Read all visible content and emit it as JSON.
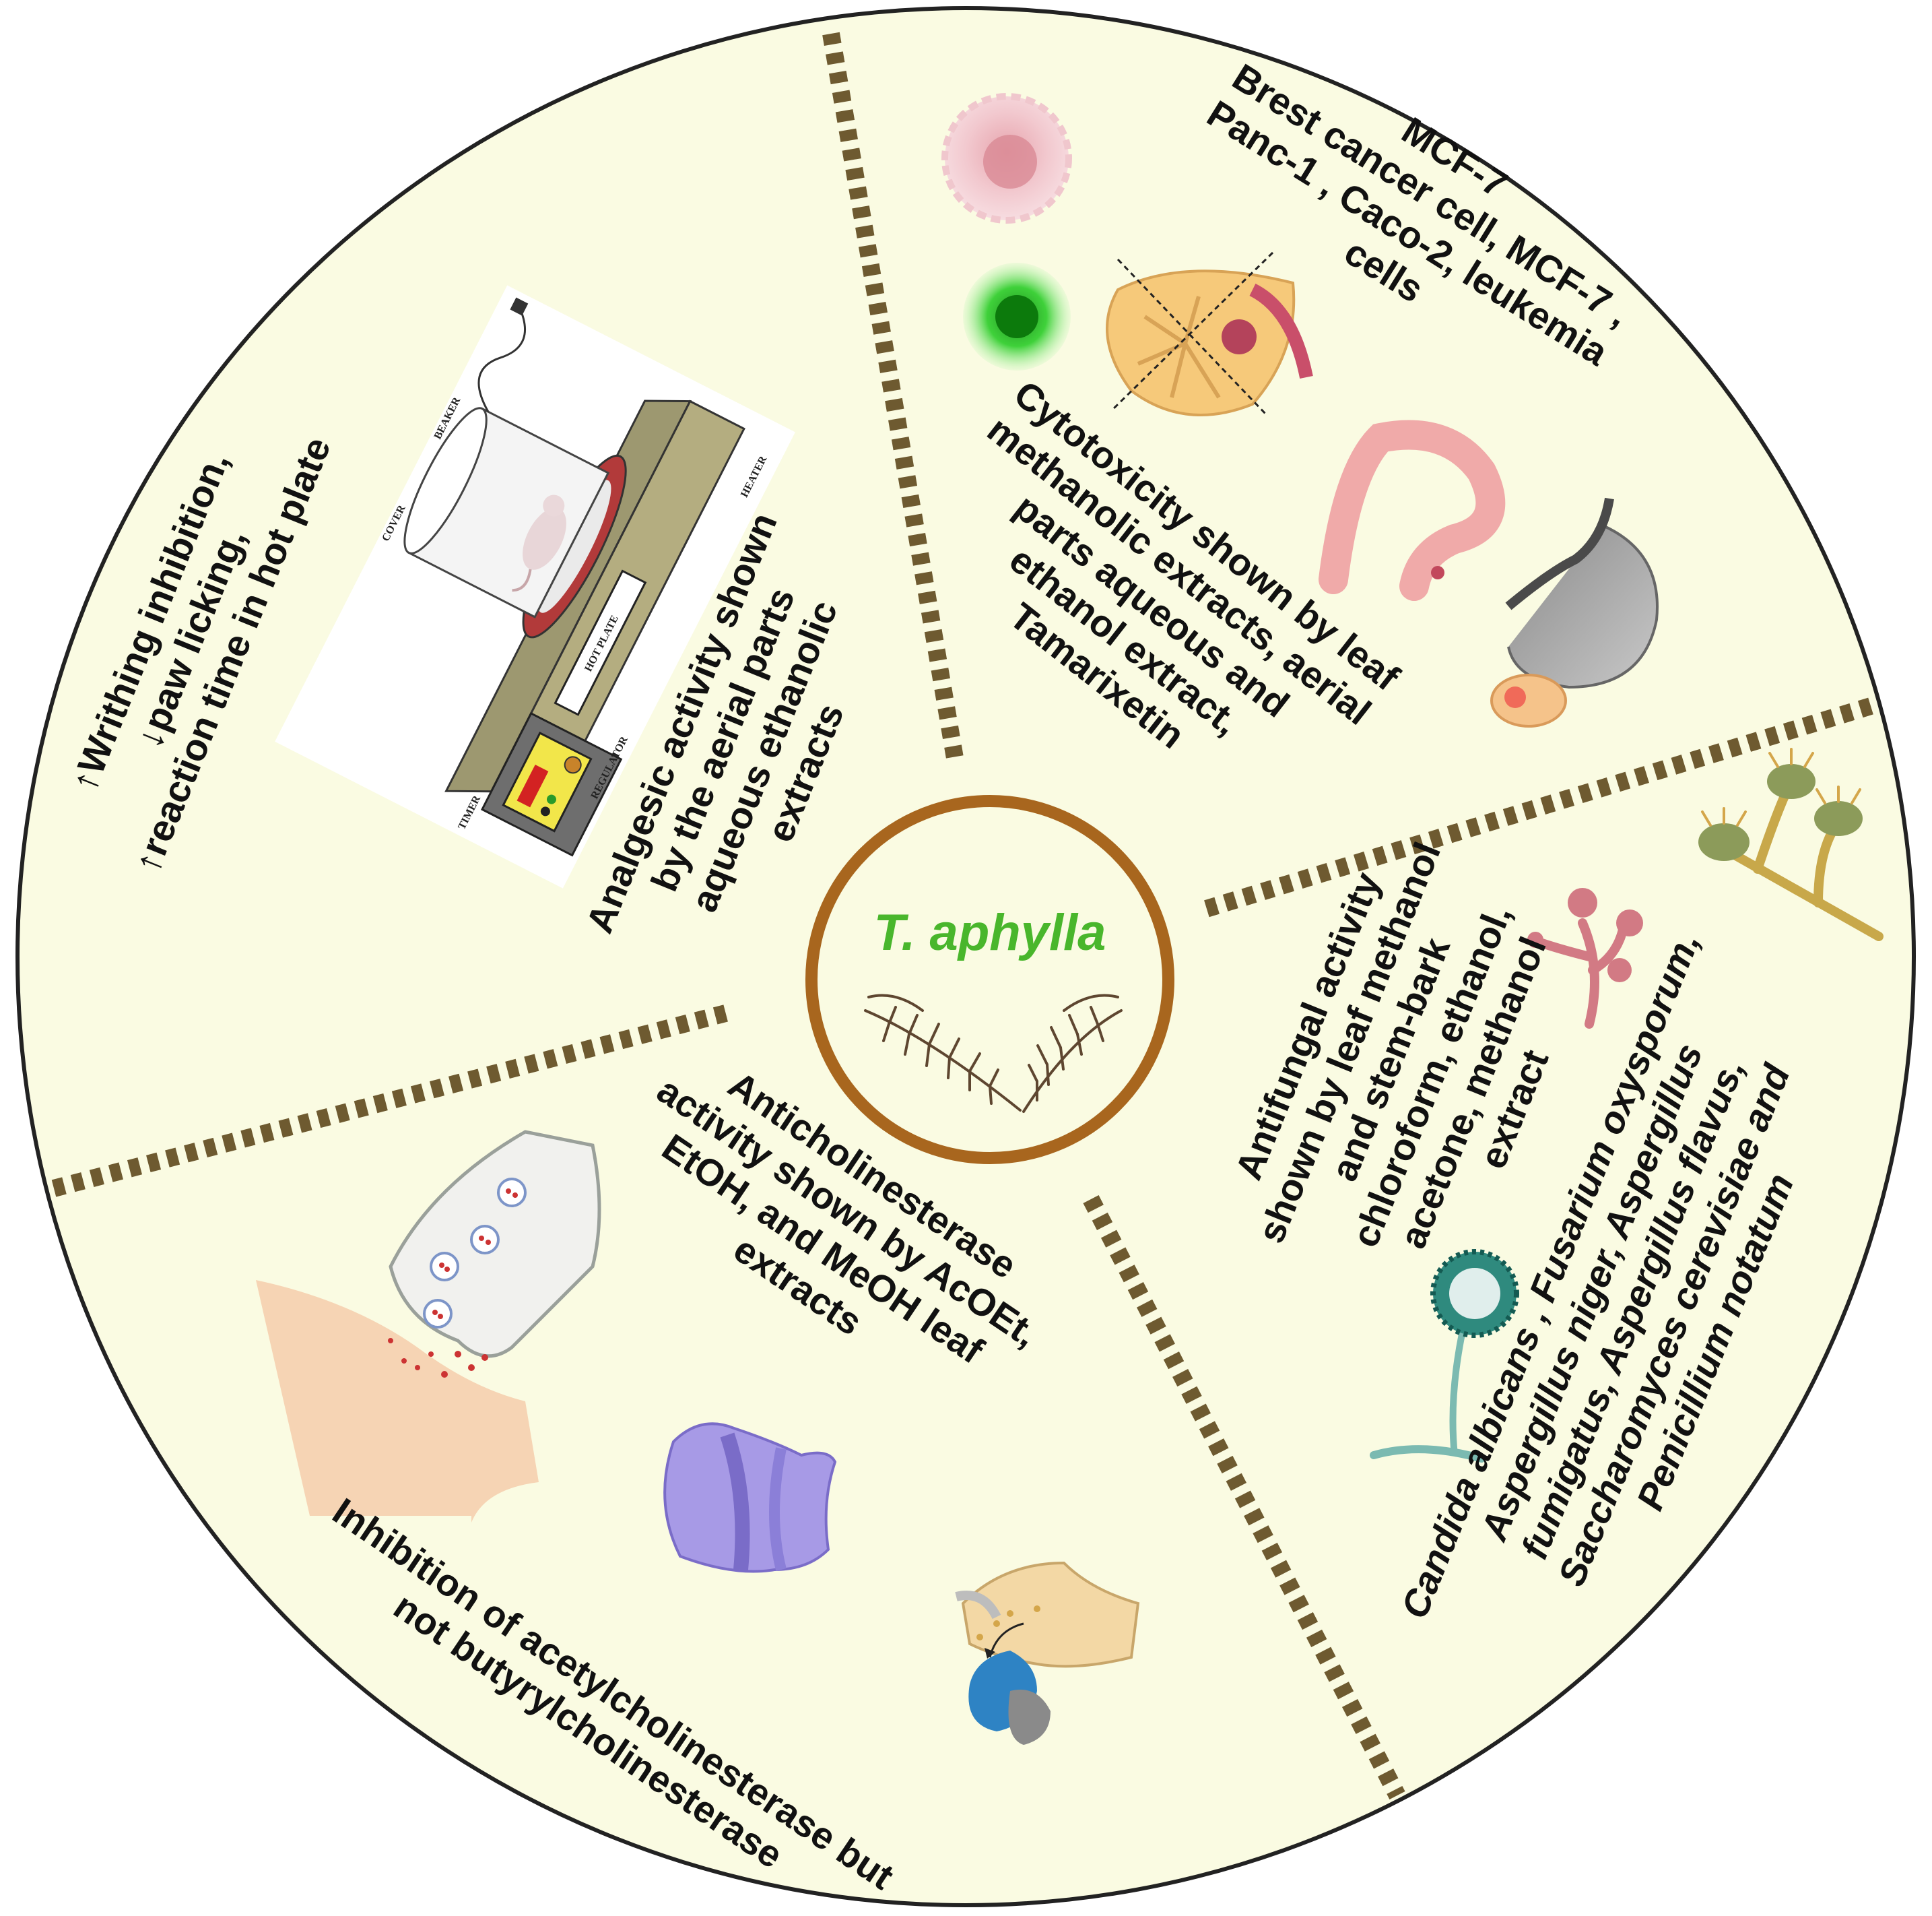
{
  "center": {
    "title": "T. aphylla",
    "title_color": "#49b62c",
    "ring_color": "#a8661e"
  },
  "colors": {
    "background": "#fafbe2",
    "divider": "#6e5a30",
    "outline": "#222222"
  },
  "sections": {
    "analgesic": {
      "effects": [
        "↑Writhing inhibition,",
        "↓paw licking,",
        "↑reaction time in hot plate"
      ],
      "activity": [
        "Analgesic activity shown",
        "by the aerial parts",
        "aqueous ethanolic",
        "extracts"
      ],
      "apparatus": {
        "cover": "COVER",
        "beaker": "BEAKER",
        "heater": "HEATER",
        "hot_plate": "HOT PLATE",
        "timer": "TIMER",
        "regulator": "REGULATOR"
      }
    },
    "cytotoxicity": {
      "cells": [
        "MCF-7",
        "Brest cancer cell, MCF-7 ,",
        "Panc-1 , Caco-2, leukemia",
        "cells"
      ],
      "activity": [
        "Cytotoxicity shown by leaf",
        "methanolic extracts, aerial",
        "parts  aqueous and",
        "ethanol extract,",
        "Tamarixetin"
      ]
    },
    "antifungal": {
      "activity": [
        "Antifungal activity",
        "shown by leaf methanol",
        "and stem-bark",
        "chloroform, ethanol,",
        "acetone, methanol",
        "extract"
      ],
      "organisms": [
        "Candida albicans , Fusarium oxysporum,",
        "Aspergillus niger, Aspergillus",
        "fumigatus, Aspergillus flavus,",
        "Saccharomyces cerevisiae and",
        "Penicillium notatum"
      ]
    },
    "anticholinesterase": {
      "activity": [
        "Anticholinesterase",
        "activity shown by AcOEt,",
        "EtOH, and MeOH leaf",
        "extracts"
      ],
      "note": [
        "Inhibition of acetylcholinesterase but",
        "not butyrylcholinesterase"
      ]
    }
  },
  "icons": [
    "hot-plate-apparatus-icon",
    "mouse-icon",
    "cancer-cell-icon",
    "fluorescent-cell-icon",
    "breast-tumor-icon",
    "colon-icon",
    "stomach-pancreas-icon",
    "aspergillus-icon",
    "candida-icon",
    "fungus-sporangium-icon",
    "synapse-icon",
    "enzyme-icon",
    "receptor-icon",
    "tamarix-branch-icon"
  ]
}
